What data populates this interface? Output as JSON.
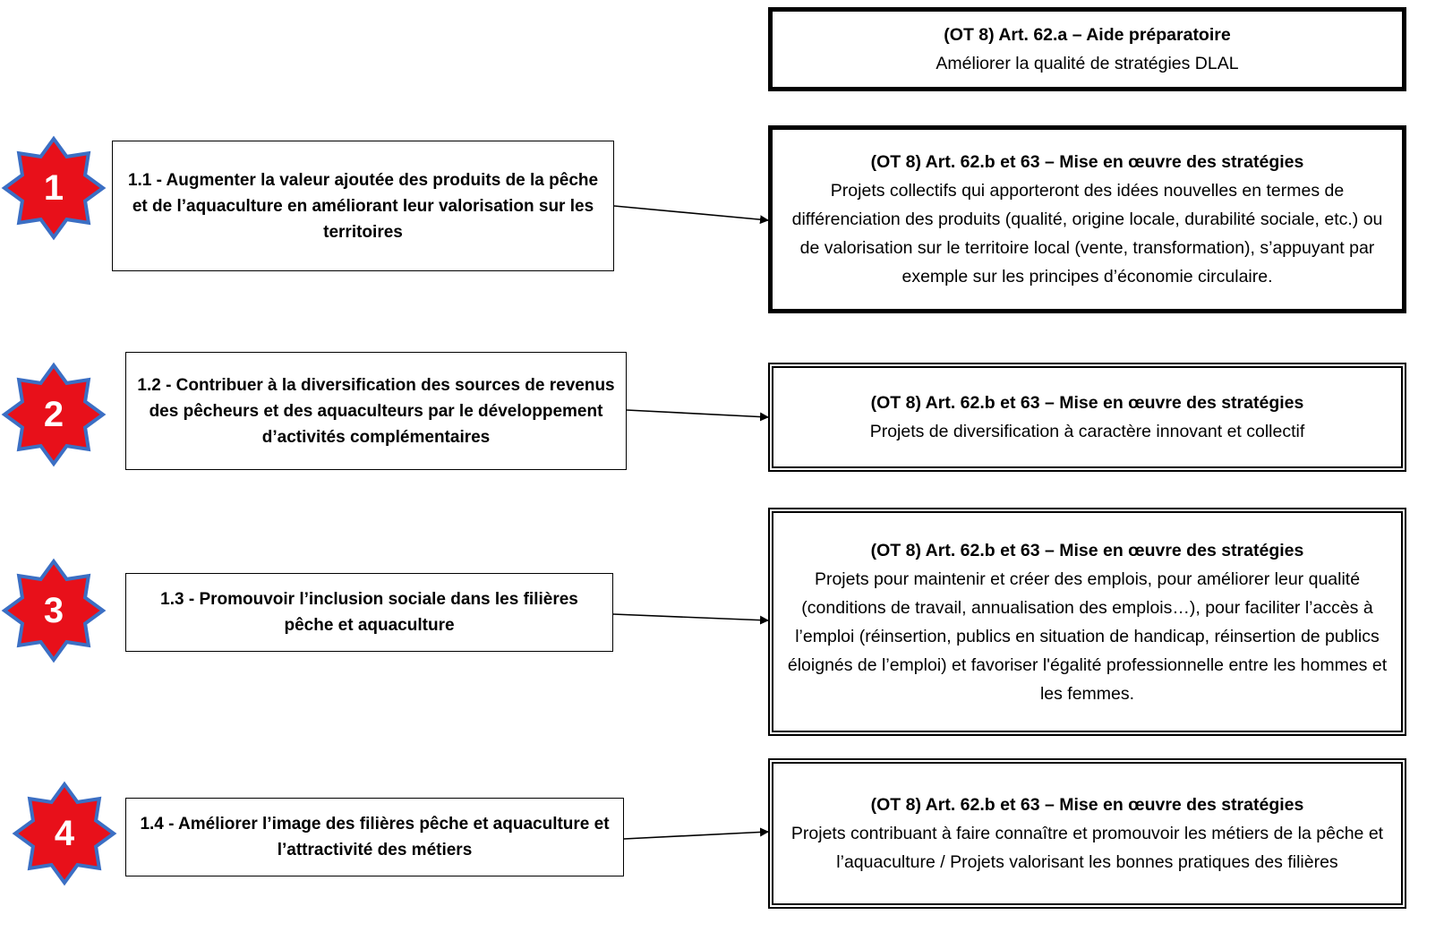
{
  "top_box": {
    "title": "(OT 8) Art. 62.a – Aide préparatoire",
    "desc": "Améliorer la qualité de stratégies DLAL"
  },
  "rows": [
    {
      "number": "1",
      "objective": "1.1 - Augmenter la valeur ajoutée des produits de la pêche et de l’aquaculture en améliorant leur valorisation sur les territoires",
      "measure_title": "(OT 8) Art. 62.b et 63 – Mise en œuvre des stratégies",
      "measure_desc": "Projets collectifs qui apporteront des idées nouvelles en termes de différenciation des produits (qualité, origine locale, durabilité sociale, etc.) ou de valorisation sur le territoire local (vente, transformation), s’appuyant par exemple sur les principes d’économie circulaire."
    },
    {
      "number": "2",
      "objective": "1.2 - Contribuer à la diversification des sources de revenus des pêcheurs et des aquaculteurs par le développement d’activités complémentaires",
      "measure_title": "(OT 8) Art. 62.b et 63 – Mise en œuvre des stratégies",
      "measure_desc": "Projets de diversification à caractère innovant et collectif"
    },
    {
      "number": "3",
      "objective": "1.3 - Promouvoir l’inclusion sociale dans les filières pêche et aquaculture",
      "measure_title": "(OT 8) Art. 62.b et 63 – Mise en œuvre des stratégies",
      "measure_desc": "Projets pour maintenir et créer des emplois, pour améliorer leur qualité (conditions de travail, annualisation des emplois…), pour faciliter l’accès à l’emploi (réinsertion, publics en situation de handicap, réinsertion de publics éloignés de l’emploi) et favoriser l'égalité professionnelle entre les hommes et les femmes."
    },
    {
      "number": "4",
      "objective": "1.4 - Améliorer l’image des filières pêche et aquaculture et l’attractivité des métiers",
      "measure_title": "(OT 8) Art. 62.b et 63 – Mise en œuvre des stratégies",
      "measure_desc": "Projets contribuant à faire connaître et promouvoir les métiers de la pêche et l’aquaculture / Projets valorisant les bonnes pratiques des filières"
    }
  ],
  "colors": {
    "star_fill": "#e8101a",
    "star_outline": "#3b6fc4",
    "border": "#000000"
  }
}
